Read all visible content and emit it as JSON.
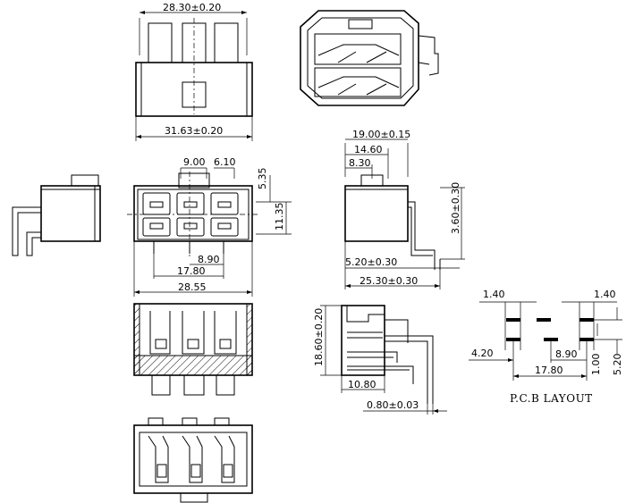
{
  "dimensions": {
    "top_width": "28.30±0.20",
    "top_base_width": "31.63±0.20",
    "side_depth": "19.00±0.15",
    "side_14": "14.60",
    "side_8": "8.30",
    "side_height": "3.60±0.30",
    "side_pin": "5.20±0.30",
    "side_total": "25.30±0.30",
    "front_9": "9.00",
    "front_6": "6.10",
    "front_535": "5.35",
    "front_1135": "11.35",
    "front_890": "8.90",
    "front_1780": "17.80",
    "front_2855": "28.55",
    "sec_height": "18.60±0.20",
    "sec_1080": "10.80",
    "sec_pin": "0.80±0.03",
    "pcb_left": "1.40",
    "pcb_right": "1.40",
    "pcb_420": "4.20",
    "pcb_890": "8.90",
    "pcb_1780": "17.80",
    "pcb_100": "1.00",
    "pcb_520": "5.20"
  },
  "pcb_label": "P.C.B LAYOUT"
}
